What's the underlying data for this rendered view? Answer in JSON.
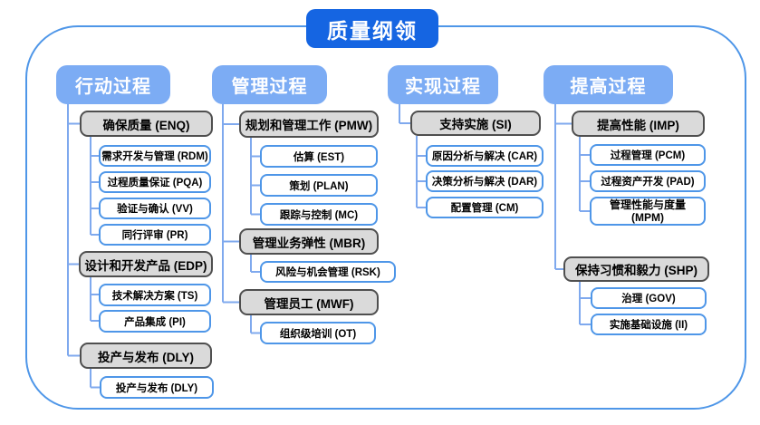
{
  "title": "质量纲领",
  "colors": {
    "title_bg": "#1565E2",
    "header_bg": "#7CACF4",
    "group_bg": "#DADADA",
    "group_border": "#4F4F4F",
    "leaf_border": "#4E96E8",
    "connector": "#7FA9EE",
    "frame_border": "#4E96E8"
  },
  "columns": [
    {
      "header": "行动过程",
      "groups": [
        {
          "label": "确保质量 (ENQ)",
          "children": [
            "需求开发与管理 (RDM)",
            "过程质量保证 (PQA)",
            "验证与确认 (VV)",
            "同行评审 (PR)"
          ]
        },
        {
          "label": "设计和开发产品 (EDP)",
          "children": [
            "技术解决方案 (TS)",
            "产品集成 (PI)"
          ]
        },
        {
          "label": "投产与发布 (DLY)",
          "children": [
            "投产与发布 (DLY)"
          ]
        }
      ]
    },
    {
      "header": "管理过程",
      "groups": [
        {
          "label": "规划和管理工作 (PMW)",
          "children": [
            "估算 (EST)",
            "策划 (PLAN)",
            "跟踪与控制 (MC)"
          ]
        },
        {
          "label": "管理业务弹性 (MBR)",
          "children": [
            "风险与机会管理 (RSK)"
          ]
        },
        {
          "label": "管理员工 (MWF)",
          "children": [
            "组织级培训 (OT)"
          ]
        }
      ]
    },
    {
      "header": "实现过程",
      "groups": [
        {
          "label": "支持实施 (SI)",
          "children": [
            "原因分析与解决 (CAR)",
            "决策分析与解决 (DAR)",
            "配置管理 (CM)"
          ]
        }
      ]
    },
    {
      "header": "提高过程",
      "groups": [
        {
          "label": "提高性能 (IMP)",
          "children": [
            "过程管理 (PCM)",
            "过程资产开发 (PAD)",
            "管理性能与度量 (MPM)"
          ]
        },
        {
          "label": "保持习惯和毅力 (SHP)",
          "children": [
            "治理 (GOV)",
            "实施基础设施 (II)"
          ]
        }
      ]
    }
  ]
}
